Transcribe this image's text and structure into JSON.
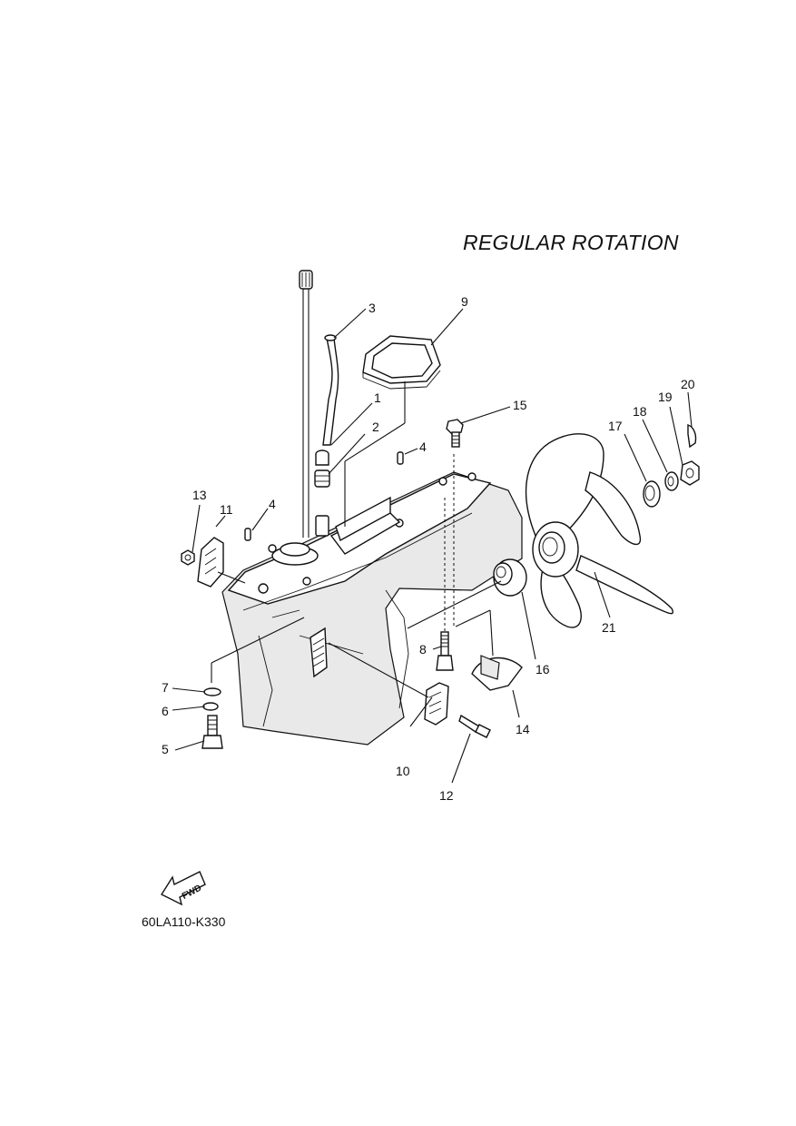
{
  "title": "REGULAR ROTATION",
  "diagram_code": "60LA110-K330",
  "fwd_label": "FWD",
  "callouts": {
    "c1": "1",
    "c2": "2",
    "c3": "3",
    "c4a": "4",
    "c4b": "4",
    "c5": "5",
    "c6": "6",
    "c7": "7",
    "c8": "8",
    "c9": "9",
    "c10": "10",
    "c11": "11",
    "c12": "12",
    "c13": "13",
    "c14": "14",
    "c15": "15",
    "c16": "16",
    "c17": "17",
    "c18": "18",
    "c19": "19",
    "c20": "20",
    "c21": "21"
  }
}
